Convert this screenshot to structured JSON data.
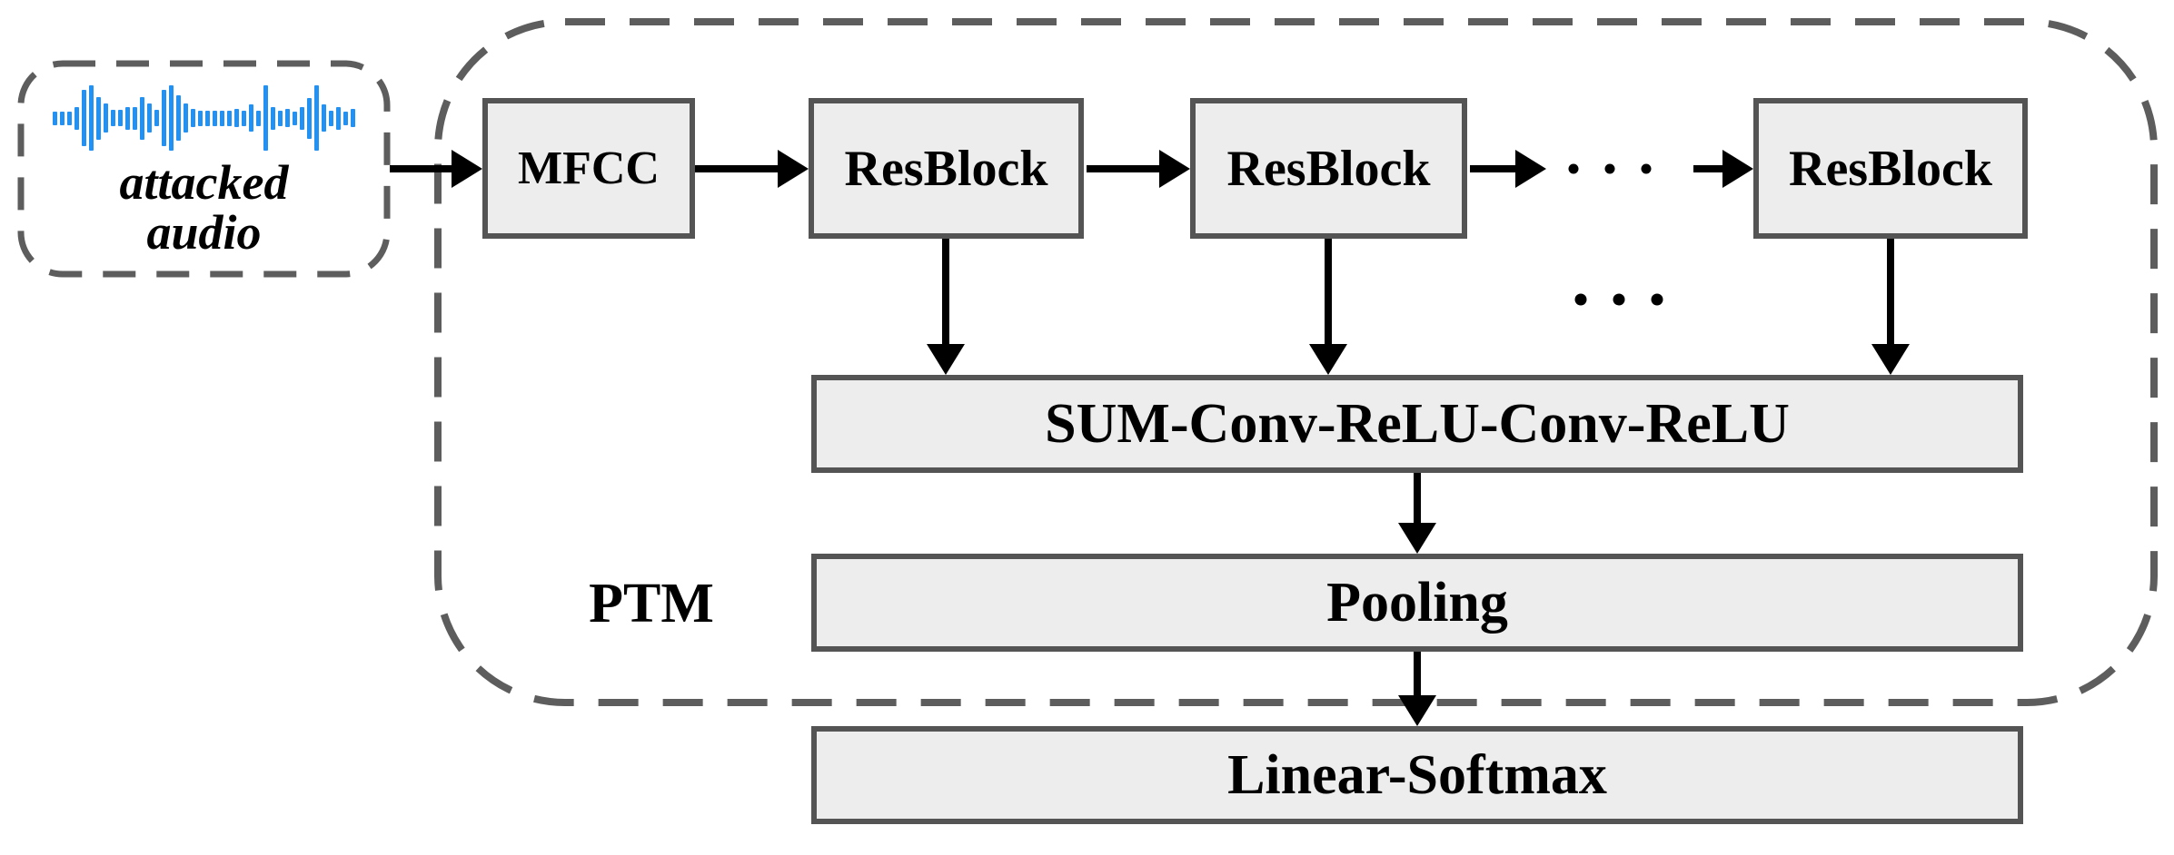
{
  "figure": {
    "input_node": {
      "label_line1": "attacked",
      "label_line2": "audio"
    },
    "container_label": "PTM",
    "nodes": {
      "mfcc": "MFCC",
      "resblock_a": "ResBlock",
      "resblock_b": "ResBlock",
      "resblock_c": "ResBlock",
      "sum_conv": "SUM-Conv-ReLU-Conv-ReLU",
      "pooling": "Pooling",
      "linear_softmax": "Linear-Softmax"
    },
    "waveform": {
      "color": "#2191f3",
      "bars": [
        15,
        15,
        15,
        25,
        62,
        72,
        47,
        32,
        18,
        18,
        25,
        25,
        47,
        32,
        18,
        62,
        72,
        50,
        32,
        20,
        17,
        17,
        17,
        17,
        17,
        20,
        17,
        30,
        17,
        72,
        25,
        17,
        20,
        15,
        25,
        45,
        72,
        30,
        17,
        25,
        15,
        20
      ]
    },
    "colors": {
      "node_fill": "#ededed",
      "node_border": "#545454",
      "dashed_border": "#5d5d5d",
      "arrow": "#000000",
      "ellipsis_dots": "#000000",
      "background": "#ffffff",
      "text": "#000000"
    }
  }
}
